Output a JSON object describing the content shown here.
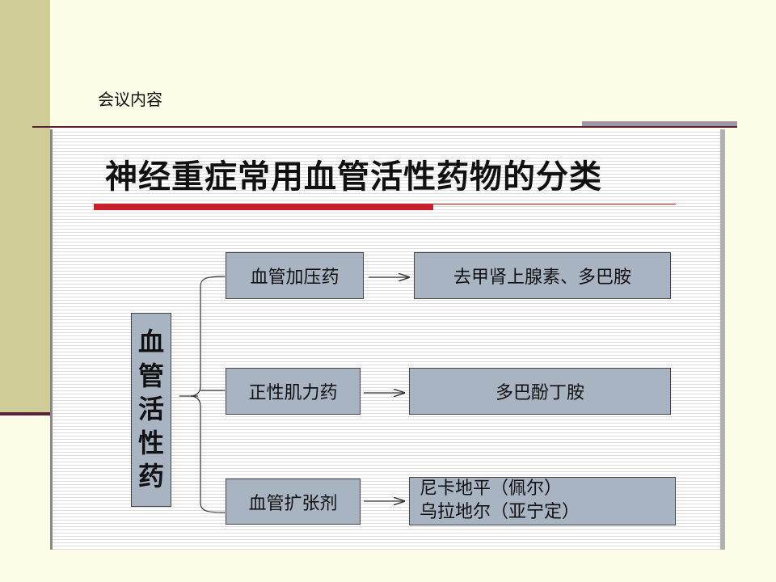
{
  "header": {
    "title": "会议内容"
  },
  "slide": {
    "title": "神经重症常用血管活性药物的分类",
    "root": [
      "血",
      "管",
      "活",
      "性",
      "药"
    ],
    "categories": [
      {
        "label": "血管加压药",
        "drugs": [
          "去甲肾上腺素、多巴胺"
        ]
      },
      {
        "label": "正性肌力药",
        "drugs": [
          "多巴酚丁胺"
        ]
      },
      {
        "label": "血管扩张剂",
        "drugs": [
          "尼卡地平（佩尔）",
          "乌拉地尔（亚宁定）"
        ]
      }
    ]
  },
  "colors": {
    "background": "#fdfde8",
    "left_strip": "#cfcc98",
    "rule": "#5b1e3b",
    "title_underline": "#c8202a",
    "box_fill": "#a9b4c2"
  }
}
